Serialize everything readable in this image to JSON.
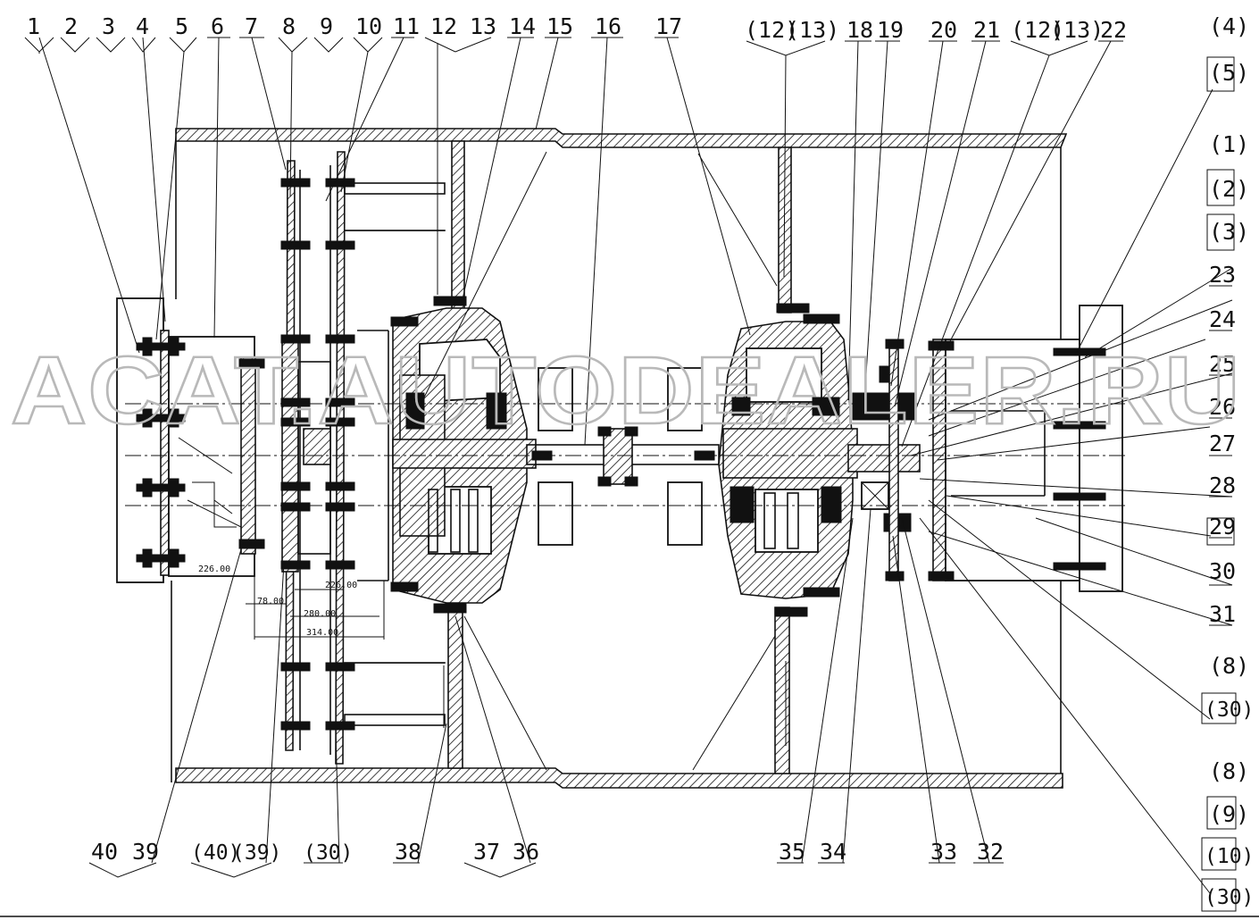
{
  "watermark": "ACAT.AUTODEALER.RU",
  "top_labels": [
    "1",
    "2",
    "3",
    "4",
    "5",
    "6",
    "7",
    "8",
    "9",
    "10",
    "11",
    "12",
    "13",
    "14",
    "15",
    "16",
    "17",
    "(12)",
    "(13)",
    "18",
    "19",
    "20",
    "21",
    "(12)",
    "(13)",
    "22"
  ],
  "right_labels": [
    "(4)",
    "(5)",
    "(1)",
    "(2)",
    "(3)",
    "23",
    "24",
    "25",
    "26",
    "27",
    "28",
    "29",
    "30",
    "31",
    "(8)",
    "(30)",
    "(8)",
    "(9)",
    "(10)",
    "(30)"
  ],
  "bottom_labels": [
    "40",
    "39",
    "(40)",
    "(39)",
    "(30)",
    "38",
    "37",
    "36",
    "35",
    "34",
    "33",
    "32"
  ],
  "dimensions": [
    "226.00",
    "78.00",
    "280.00",
    "314.00",
    "226.00"
  ]
}
